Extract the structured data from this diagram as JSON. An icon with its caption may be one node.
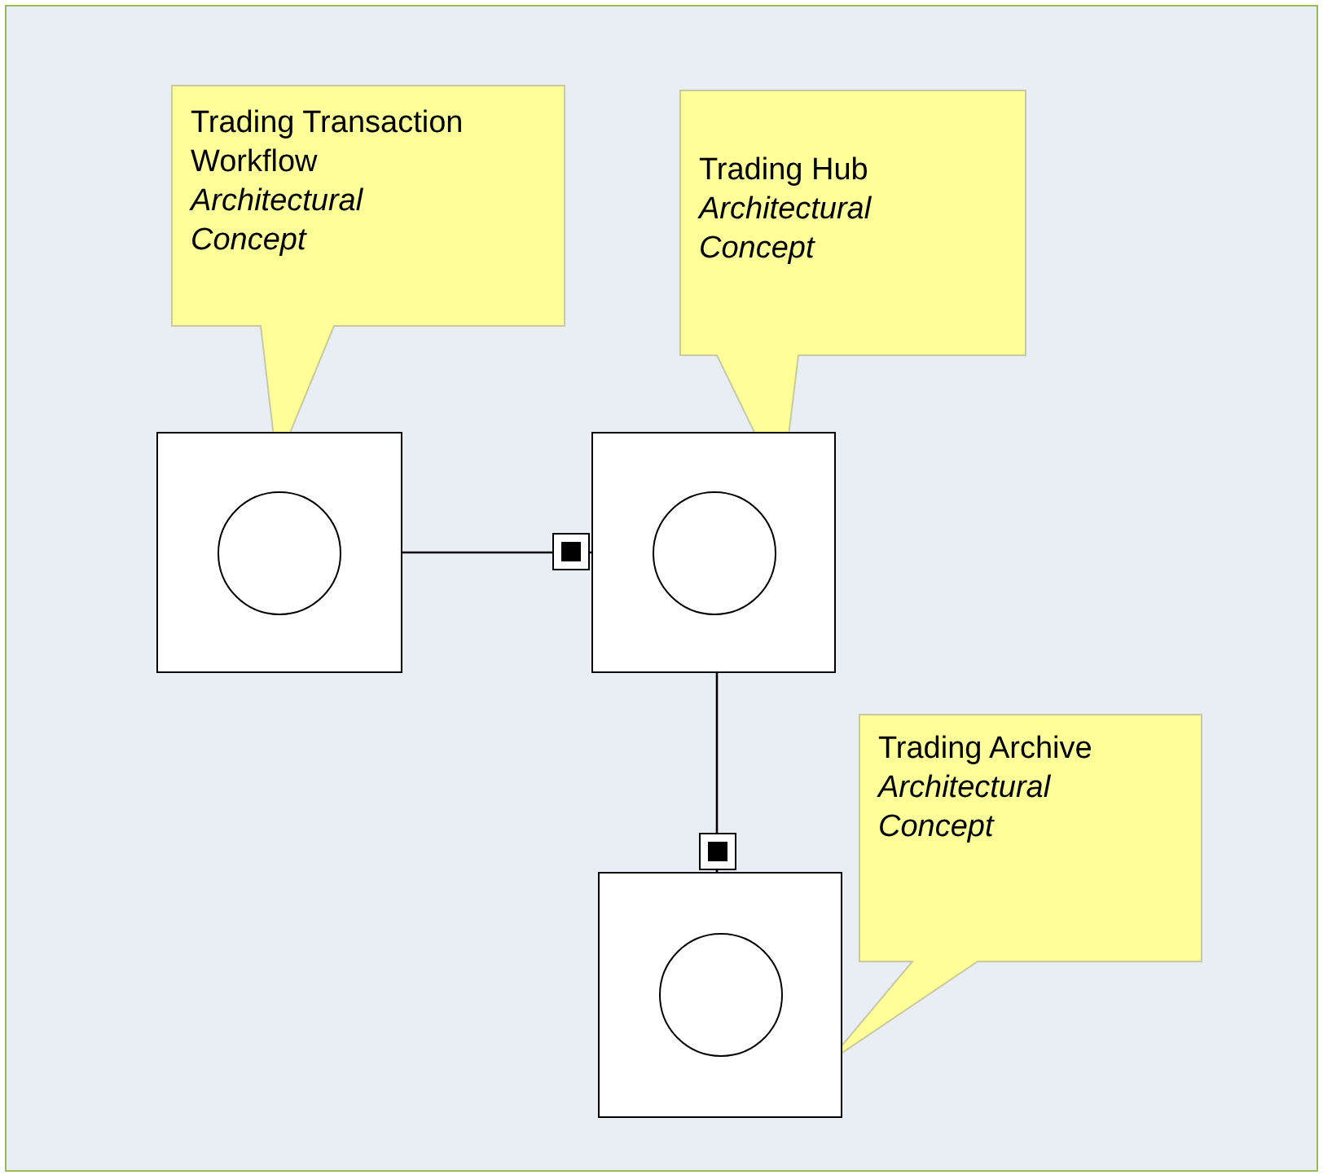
{
  "diagram": {
    "nodes": [
      {
        "text": [
          "Trading Transaction Workflow",
          "Architectural Concept"
        ]
      },
      {
        "text": [
          "Trading Hub",
          "Architectural Concept"
        ]
      },
      {
        "text": [],
        "shape": "box"
      },
      {
        "text": [],
        "shape": "circle",
        "in": 2
      },
      {
        "text": [],
        "shape": "box"
      },
      {
        "text": [],
        "shape": "circle",
        "in": 4
      },
      {
        "text": [
          "Trading Archive",
          "Architectural Concept"
        ]
      },
      {
        "text": [],
        "shape": "box"
      },
      {
        "text": [],
        "shape": "circle",
        "in": 7
      }
    ],
    "edges": [
      {
        "from": 2,
        "to": 4,
        "arrow": "other"
      },
      {
        "from": 4,
        "to": 7,
        "arrow": "other"
      }
    ]
  }
}
